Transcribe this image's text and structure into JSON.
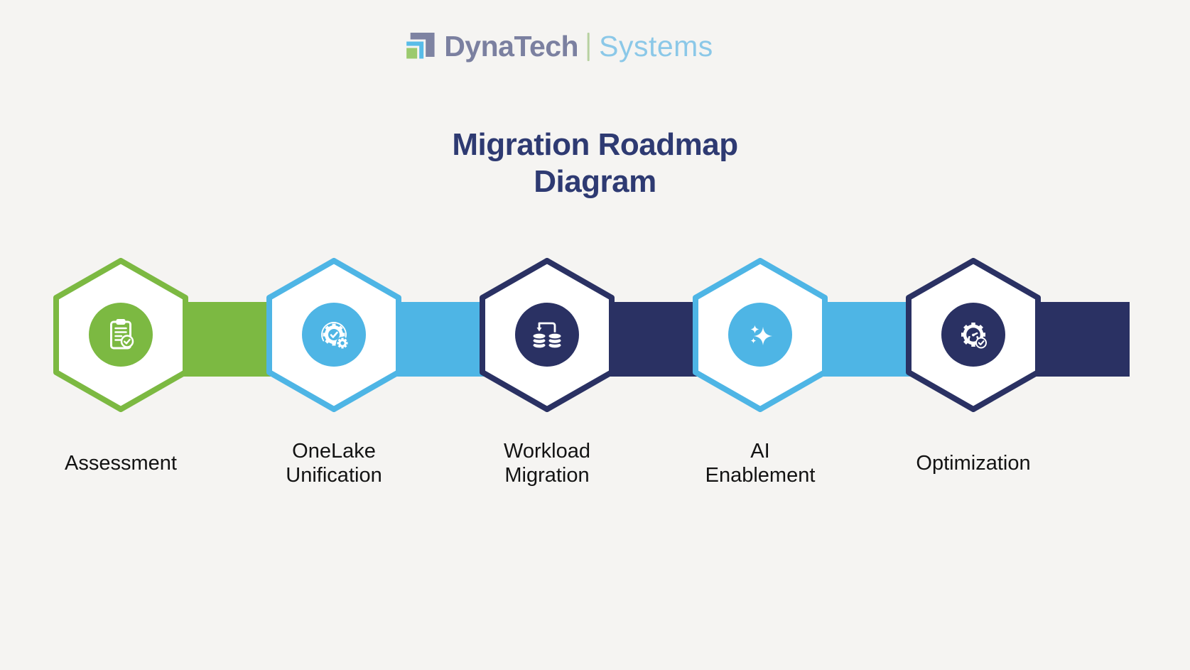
{
  "logo": {
    "brand": "DynaTech",
    "suffix": "Systems",
    "mark": {
      "gray": "#7e83a2",
      "blue": "#58bce8",
      "green": "#9bca6e"
    }
  },
  "title": {
    "line1": "Migration Roadmap",
    "line2": "Diagram"
  },
  "steps": [
    {
      "label": "Assessment",
      "color": "#7cb942",
      "icon": "clipboard-check-icon"
    },
    {
      "label": "OneLake Unification",
      "color": "#4eb5e5",
      "icon": "gear-check-icon"
    },
    {
      "label": "Workload Migration",
      "color": "#2a3163",
      "icon": "database-transfer-icon"
    },
    {
      "label": "AI Enablement",
      "color": "#4eb5e5",
      "icon": "sparkles-icon"
    },
    {
      "label": "Optimization",
      "color": "#2a3163",
      "icon": "gear-gauge-check-icon"
    }
  ],
  "colors": {
    "background": "#f5f4f2",
    "title": "#2e3a72",
    "label": "#131313",
    "green": "#7cb942",
    "light_blue": "#4eb5e5",
    "navy": "#2a3163",
    "logo_gray": "#7b80a0",
    "logo_blue": "#8bc8e8",
    "logo_divider": "#b7d1a1"
  }
}
